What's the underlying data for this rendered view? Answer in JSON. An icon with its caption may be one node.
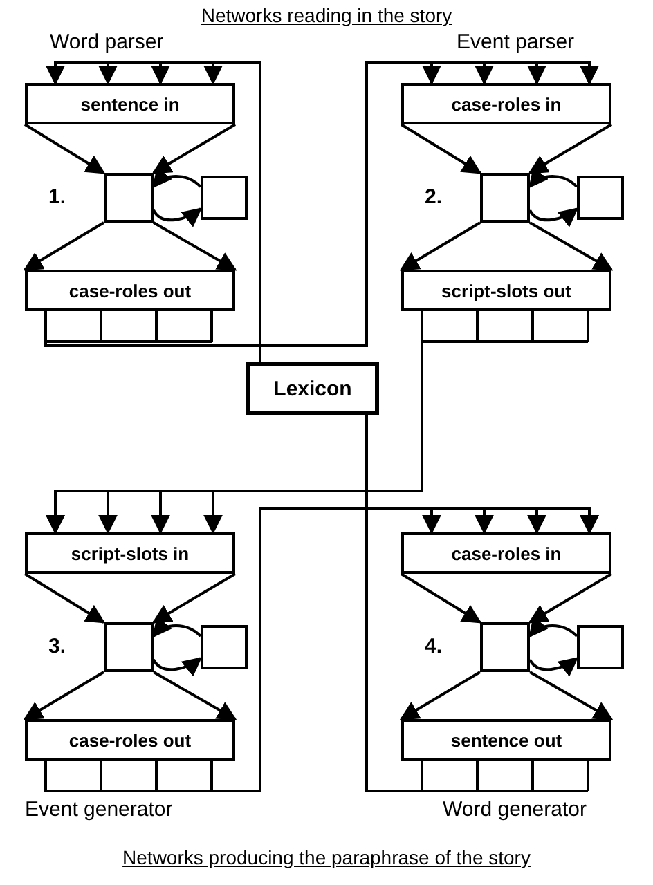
{
  "diagram": {
    "title": "Networks reading in the story",
    "caption": "Networks producing the paraphrase of the story",
    "nodes": [
      {
        "text": [
          "sentence in"
        ],
        "beside": [
          "Word parser"
        ]
      },
      {
        "text": [],
        "shape": "box",
        "beside": [
          "1."
        ]
      },
      {
        "text": [],
        "shape": "box"
      },
      {
        "text": [
          "case-roles out"
        ]
      },
      {
        "text": [
          "case-roles in"
        ],
        "beside": [
          "Event parser"
        ]
      },
      {
        "text": [],
        "shape": "box",
        "beside": [
          "2."
        ]
      },
      {
        "text": [],
        "shape": "box"
      },
      {
        "text": [
          "script-slots out"
        ]
      },
      {
        "text": [
          "Lexicon"
        ]
      },
      {
        "text": [
          "script-slots in"
        ]
      },
      {
        "text": [],
        "shape": "box",
        "beside": [
          "3."
        ]
      },
      {
        "text": [],
        "shape": "box"
      },
      {
        "text": [
          "case-roles out"
        ],
        "beside": [
          "Event generator"
        ]
      },
      {
        "text": [
          "case-roles in"
        ]
      },
      {
        "text": [],
        "shape": "box",
        "beside": [
          "4."
        ]
      },
      {
        "text": [],
        "shape": "box"
      },
      {
        "text": [
          "sentence out"
        ],
        "beside": [
          "Word generator"
        ]
      }
    ],
    "edges": [
      {
        "from": 0,
        "to": 1,
        "arrow": "to"
      },
      {
        "from": 0,
        "to": 1,
        "arrow": "to"
      },
      {
        "from": 1,
        "to": 3,
        "arrow": "to"
      },
      {
        "from": 1,
        "to": 3,
        "arrow": "to"
      },
      {
        "from": 1,
        "to": 2,
        "arrow": "to"
      },
      {
        "from": 2,
        "to": 1,
        "arrow": "to"
      },
      {
        "from": 4,
        "to": 5,
        "arrow": "to"
      },
      {
        "from": 4,
        "to": 5,
        "arrow": "to"
      },
      {
        "from": 5,
        "to": 7,
        "arrow": "to"
      },
      {
        "from": 5,
        "to": 7,
        "arrow": "to"
      },
      {
        "from": 5,
        "to": 6,
        "arrow": "to"
      },
      {
        "from": 6,
        "to": 5,
        "arrow": "to"
      },
      {
        "from": 9,
        "to": 10,
        "arrow": "to"
      },
      {
        "from": 9,
        "to": 10,
        "arrow": "to"
      },
      {
        "from": 10,
        "to": 12,
        "arrow": "to"
      },
      {
        "from": 10,
        "to": 12,
        "arrow": "to"
      },
      {
        "from": 10,
        "to": 11,
        "arrow": "to"
      },
      {
        "from": 11,
        "to": 10,
        "arrow": "to"
      },
      {
        "from": 13,
        "to": 14,
        "arrow": "to"
      },
      {
        "from": 13,
        "to": 14,
        "arrow": "to"
      },
      {
        "from": 14,
        "to": 16,
        "arrow": "to"
      },
      {
        "from": 14,
        "to": 16,
        "arrow": "to"
      },
      {
        "from": 14,
        "to": 15,
        "arrow": "to"
      },
      {
        "from": 15,
        "to": 14,
        "arrow": "to"
      },
      {
        "from": 8,
        "to": 0,
        "arrow": "to"
      },
      {
        "from": 3,
        "to": 4,
        "arrow": "to"
      },
      {
        "from": 7,
        "to": 9,
        "arrow": "to"
      },
      {
        "from": 12,
        "to": 13,
        "arrow": "to"
      },
      {
        "from": 16,
        "to": 8,
        "arrow": "none"
      }
    ]
  }
}
